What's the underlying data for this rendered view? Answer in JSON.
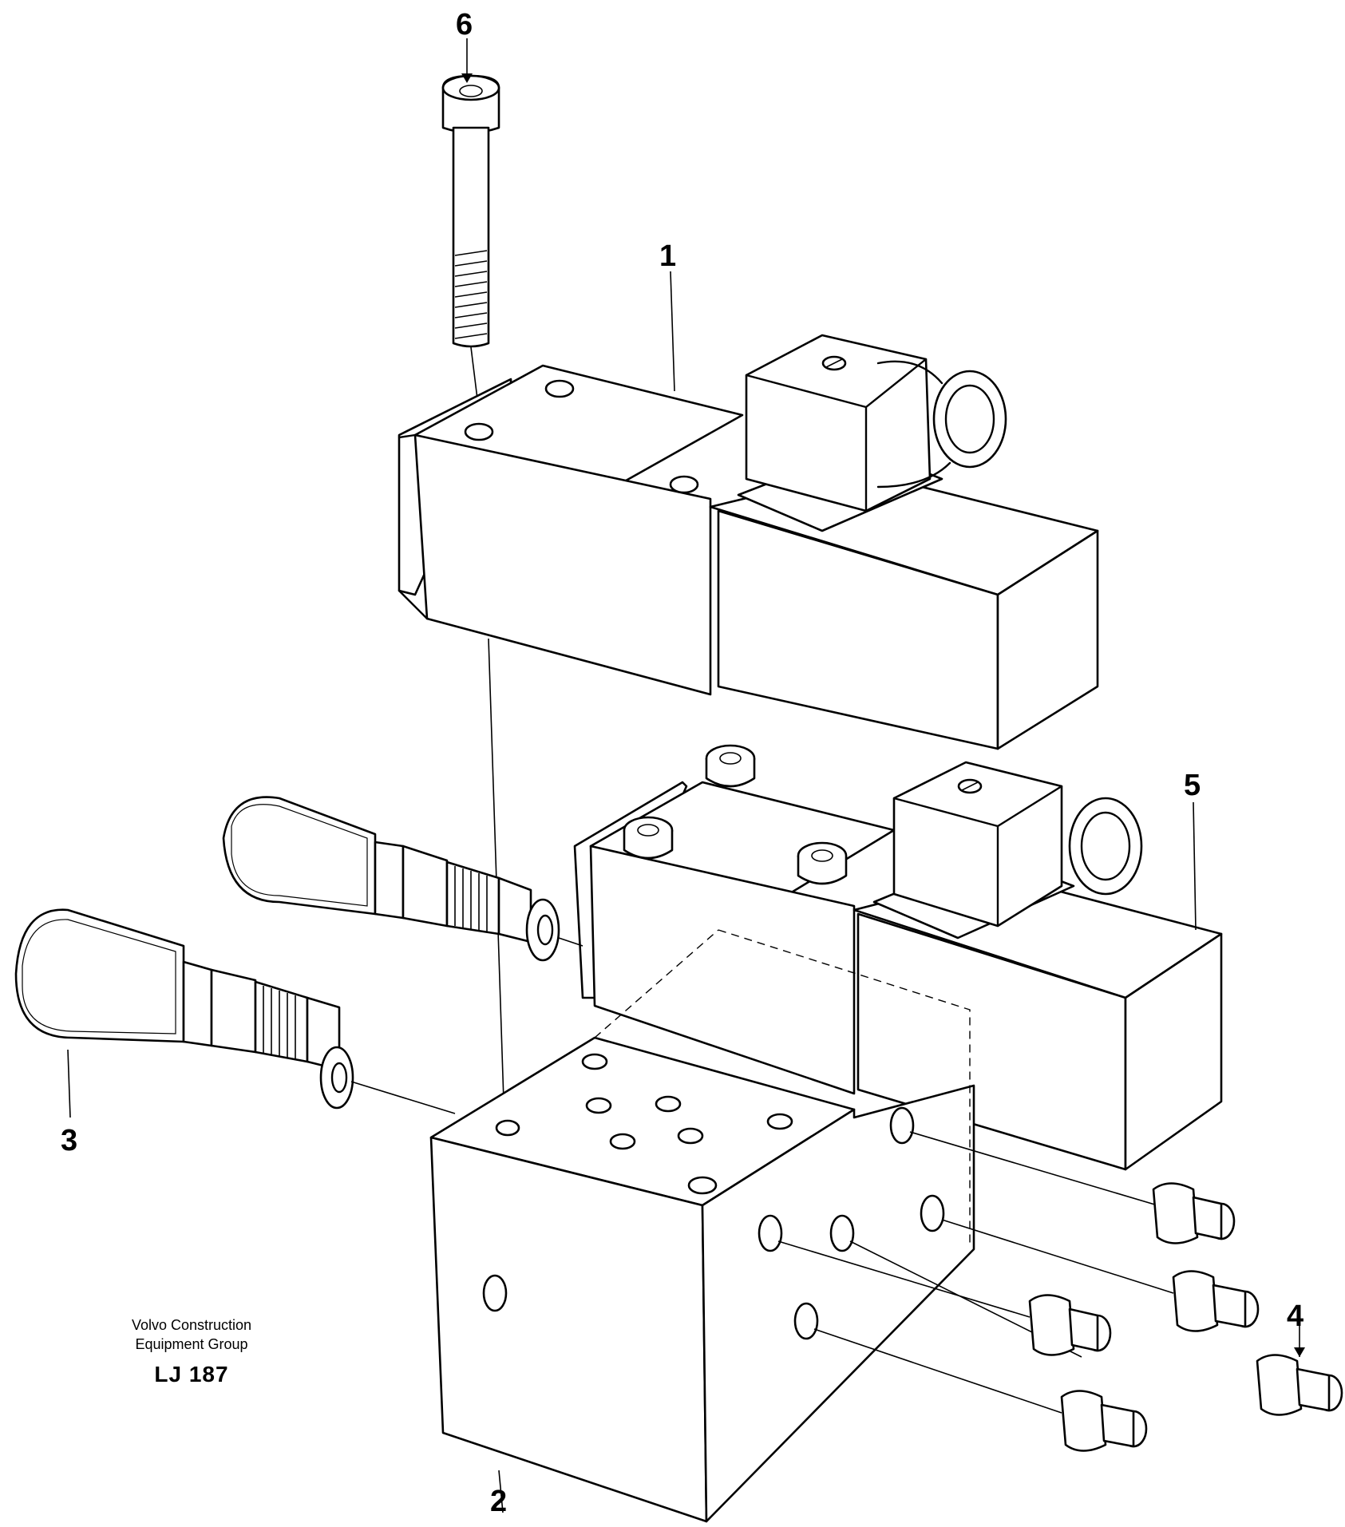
{
  "callouts": {
    "c1": "1",
    "c2": "2",
    "c3": "3",
    "c4": "4",
    "c5": "5",
    "c6": "6"
  },
  "credit": {
    "line1": "Volvo Construction",
    "line2": "Equipment Group",
    "code": "LJ 187"
  }
}
